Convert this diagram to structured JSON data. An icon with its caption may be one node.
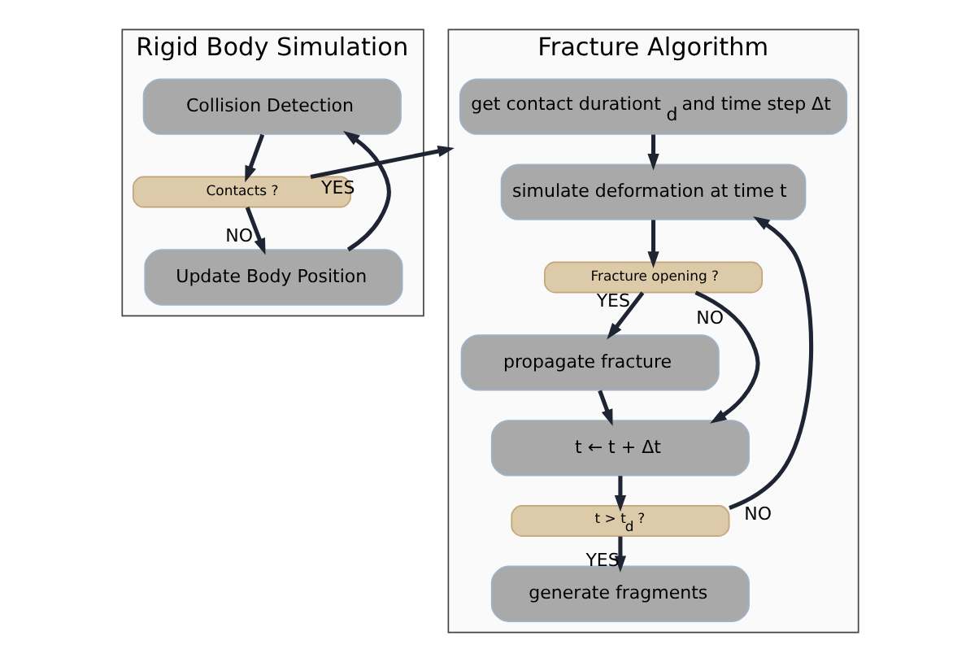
{
  "diagram": {
    "nodes": [
      {
        "text": [
          "Rigid Body Simulation"
        ]
      },
      {
        "text": [
          "Collision Detection"
        ],
        "in": 0
      },
      {
        "text": [
          "Contacts ?"
        ],
        "in": 0
      },
      {
        "text": [
          "Update Body Position"
        ],
        "in": 0
      },
      {
        "text": [
          "Fracture Algorithm"
        ]
      },
      {
        "text": [
          "get contact durationt$_{d}$ and time step Δt"
        ],
        "in": 4
      },
      {
        "text": [
          "simulate deformation at time t"
        ],
        "in": 4
      },
      {
        "text": [
          "Fracture opening ?"
        ],
        "in": 4
      },
      {
        "text": [
          "propagate fracture"
        ],
        "in": 4
      },
      {
        "text": [
          "t ← t + Δt"
        ],
        "in": 4
      },
      {
        "text": [
          "t > t$_{d}$ ?"
        ],
        "in": 4
      },
      {
        "text": [
          "generate fragments"
        ],
        "in": 4
      }
    ],
    "edges": [
      {
        "from": 1,
        "to": 2,
        "arrow": "to"
      },
      {
        "from": 2,
        "to": 3,
        "arrow": "to",
        "label": "NO"
      },
      {
        "from": 3,
        "to": 1,
        "arrow": "to"
      },
      {
        "from": 2,
        "to": 4,
        "arrow": "to",
        "label": "YES"
      },
      {
        "from": 5,
        "to": 6,
        "arrow": "to"
      },
      {
        "from": 6,
        "to": 7,
        "arrow": "to"
      },
      {
        "from": 7,
        "to": 8,
        "arrow": "to",
        "label": "YES"
      },
      {
        "from": 7,
        "to": 9,
        "arrow": "to",
        "label": "NO"
      },
      {
        "from": 8,
        "to": 9,
        "arrow": "to"
      },
      {
        "from": 9,
        "to": 10,
        "arrow": "to"
      },
      {
        "from": 10,
        "to": 6,
        "arrow": "to",
        "label": "NO"
      },
      {
        "from": 10,
        "to": 11,
        "arrow": "to",
        "label": "YES"
      }
    ]
  }
}
